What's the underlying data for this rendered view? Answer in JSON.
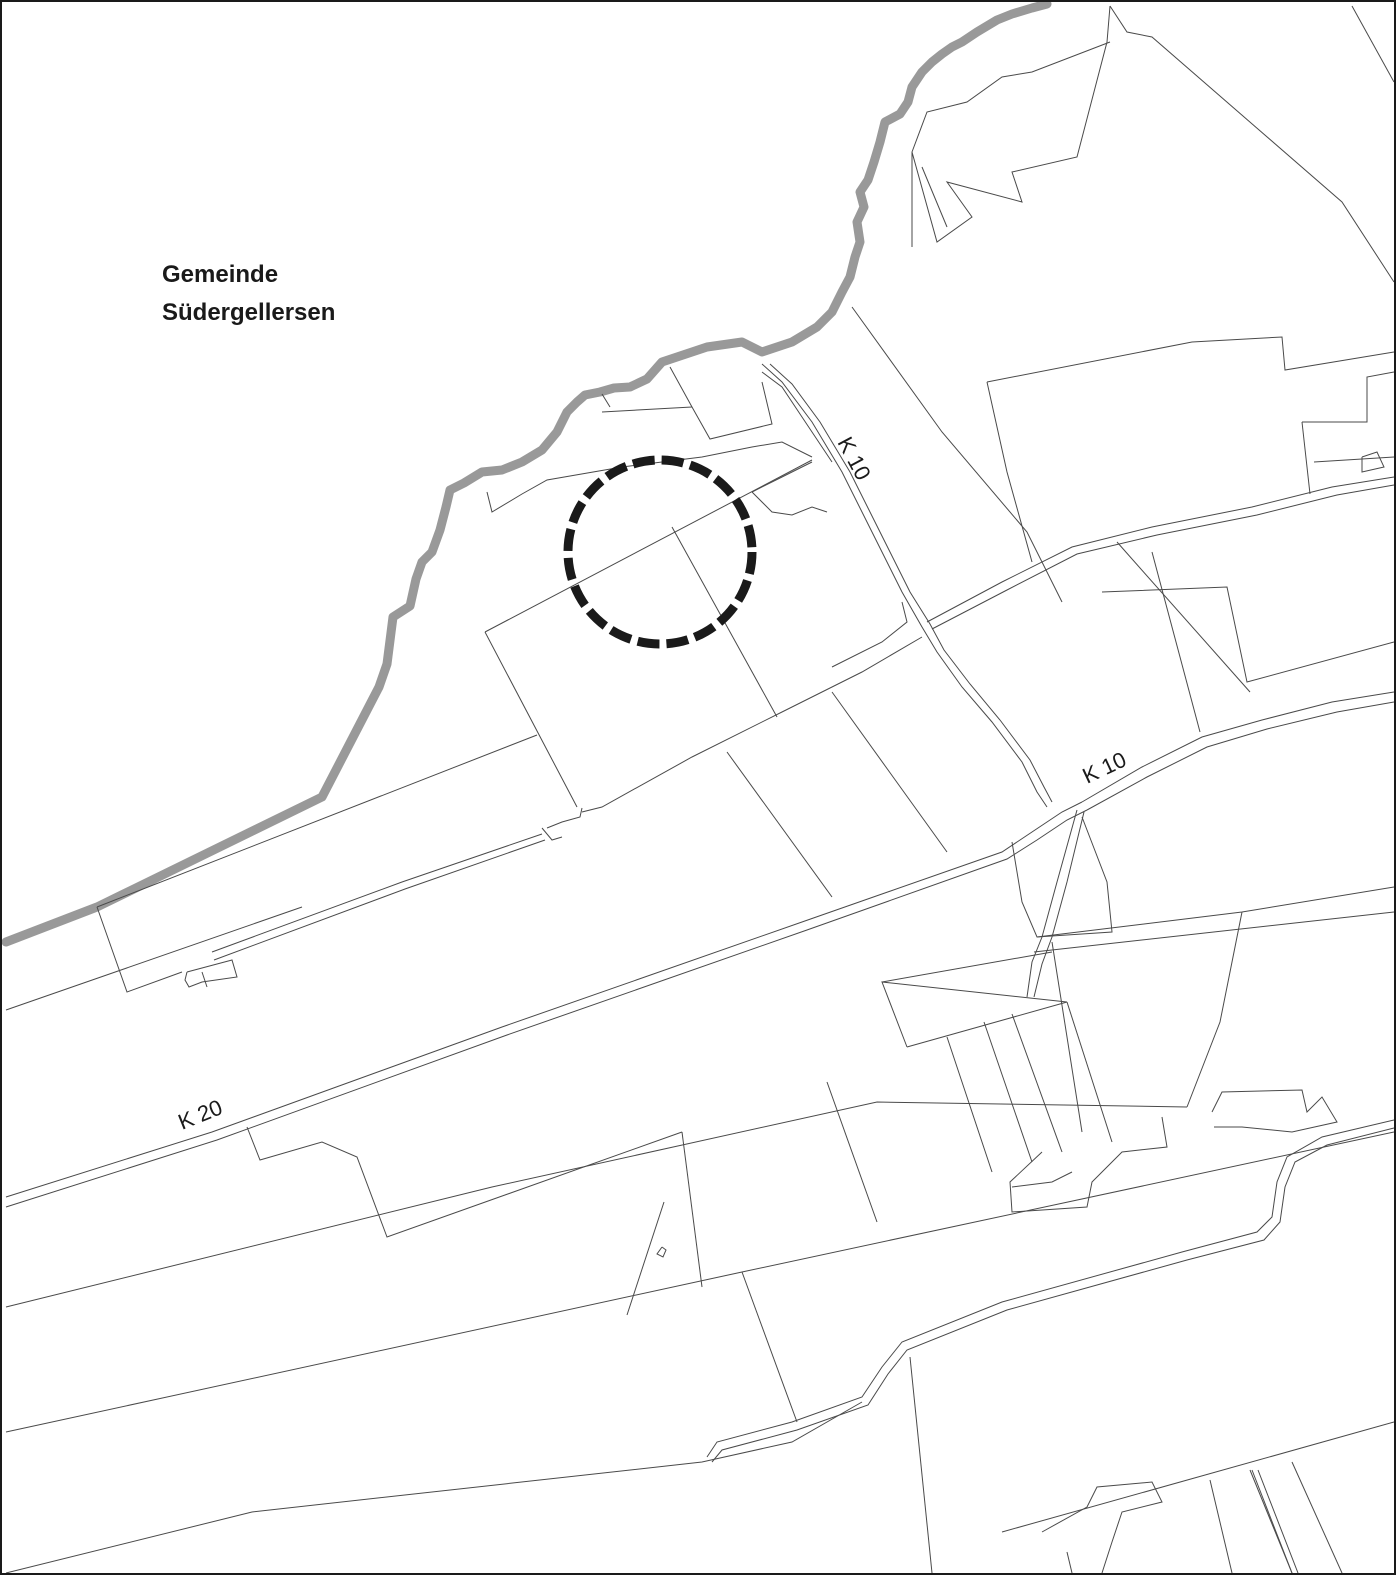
{
  "map": {
    "municipality_label_line1": "Gemeinde",
    "municipality_label_line2": "Südergellersen",
    "road_labels": {
      "k10_north": "K 10",
      "k10_east": "K 10",
      "k20": "K 20"
    }
  },
  "colors": {
    "boundary": "#999999",
    "lines": "#4a4a4a",
    "marker": "#1a1a1a",
    "background": "#ffffff"
  },
  "legend": {
    "municipality_boundary": "boundary-line",
    "site_marker": "dashed-circle"
  }
}
